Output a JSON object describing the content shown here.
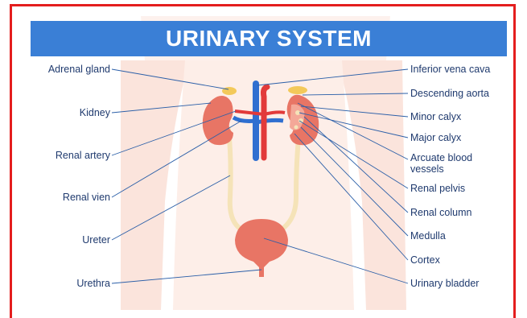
{
  "title": "URINARY SYSTEM",
  "colors": {
    "frame": "#e41e1e",
    "banner": "#3a7fd6",
    "label_text": "#1f3a6e",
    "leader_line": "#2b5fa8",
    "kidney": "#e87565",
    "adrenal": "#f3c95a",
    "vena_cava": "#2f6fd0",
    "aorta": "#e23a3a",
    "ureter": "#f5e3b8",
    "bladder": "#e87565",
    "body_silhouette": "#fbe4dc"
  },
  "labels_left": {
    "adrenal_gland": "Adrenal gland",
    "kidney": "Kidney",
    "renal_artery": "Renal artery",
    "renal_vein": "Renal vien",
    "ureter": "Ureter",
    "urethra": "Urethra"
  },
  "labels_right": {
    "inferior_vena_cava": "Inferior vena cava",
    "descending_aorta": "Descending aorta",
    "minor_calyx": "Minor calyx",
    "major_calyx": "Major calyx",
    "arcuate_blood_vessels_line1": "Arcuate blood",
    "arcuate_blood_vessels_line2": "vessels",
    "renal_pelvis": "Renal pelvis",
    "renal_column": "Renal column",
    "medulla": "Medulla",
    "cortex": "Cortex",
    "urinary_bladder": "Urinary bladder"
  }
}
